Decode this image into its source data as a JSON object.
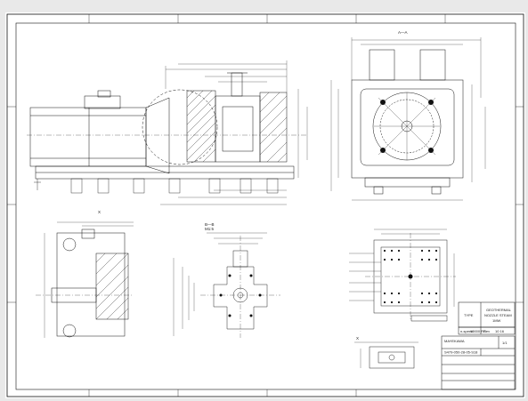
{
  "drawing": {
    "section_label_top": "A—A",
    "section_label_side": "X",
    "section_label_detail": "B—B",
    "detail_scale": "M1:5",
    "detail_label_small": "X"
  },
  "title_block": {
    "type_label": "TYPE",
    "type_value_line1": "GEOTHERMAL",
    "type_value_line2": "NOZZLE STEAM",
    "type_value_line3": "1MW",
    "speed_label": "n-speed",
    "speed_value": "10000 RS",
    "rev_label": "Rev",
    "rev_value": "10 16",
    "company_line1": "MAYEKAWA",
    "drawing_number": "S479-050-28-05-S18",
    "sheet_label": "1/1"
  },
  "colors": {
    "paper": "#ffffff",
    "ink": "#111111",
    "background": "#e9e9e9"
  }
}
